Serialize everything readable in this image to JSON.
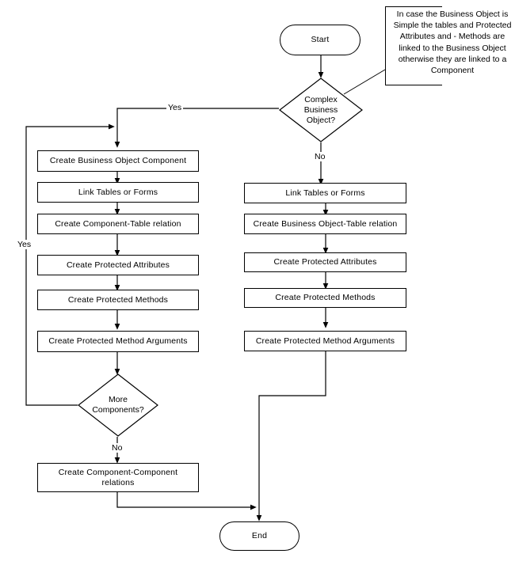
{
  "diagram": {
    "title": "Business Object creation flowchart",
    "stroke_color": "#000000",
    "background_color": "#ffffff"
  },
  "nodes": {
    "start": "Start",
    "decision_complex": "Complex\nBusiness\nObject?",
    "left_1": "Create Business Object Component",
    "left_2": "Link Tables or Forms",
    "left_3": "Create Component-Table relation",
    "left_4": "Create Protected Attributes",
    "left_5": "Create Protected Methods",
    "left_6": "Create Protected Method Arguments",
    "decision_more": "More\nComponents?",
    "left_7": "Create Component-Component relations",
    "right_1": "Link Tables or Forms",
    "right_2": "Create Business Object-Table relation",
    "right_3": "Create Protected Attributes",
    "right_4": "Create Protected Methods",
    "right_5": "Create Protected Method Arguments",
    "end": "End"
  },
  "edge_labels": {
    "complex_yes": "Yes",
    "complex_no": "No",
    "more_yes": "Yes",
    "more_no": "No"
  },
  "note": {
    "text": "In case the Business Object is Simple the tables and Protected Attributes and - Methods are linked to the Business Object otherwise they are linked to a Component"
  }
}
